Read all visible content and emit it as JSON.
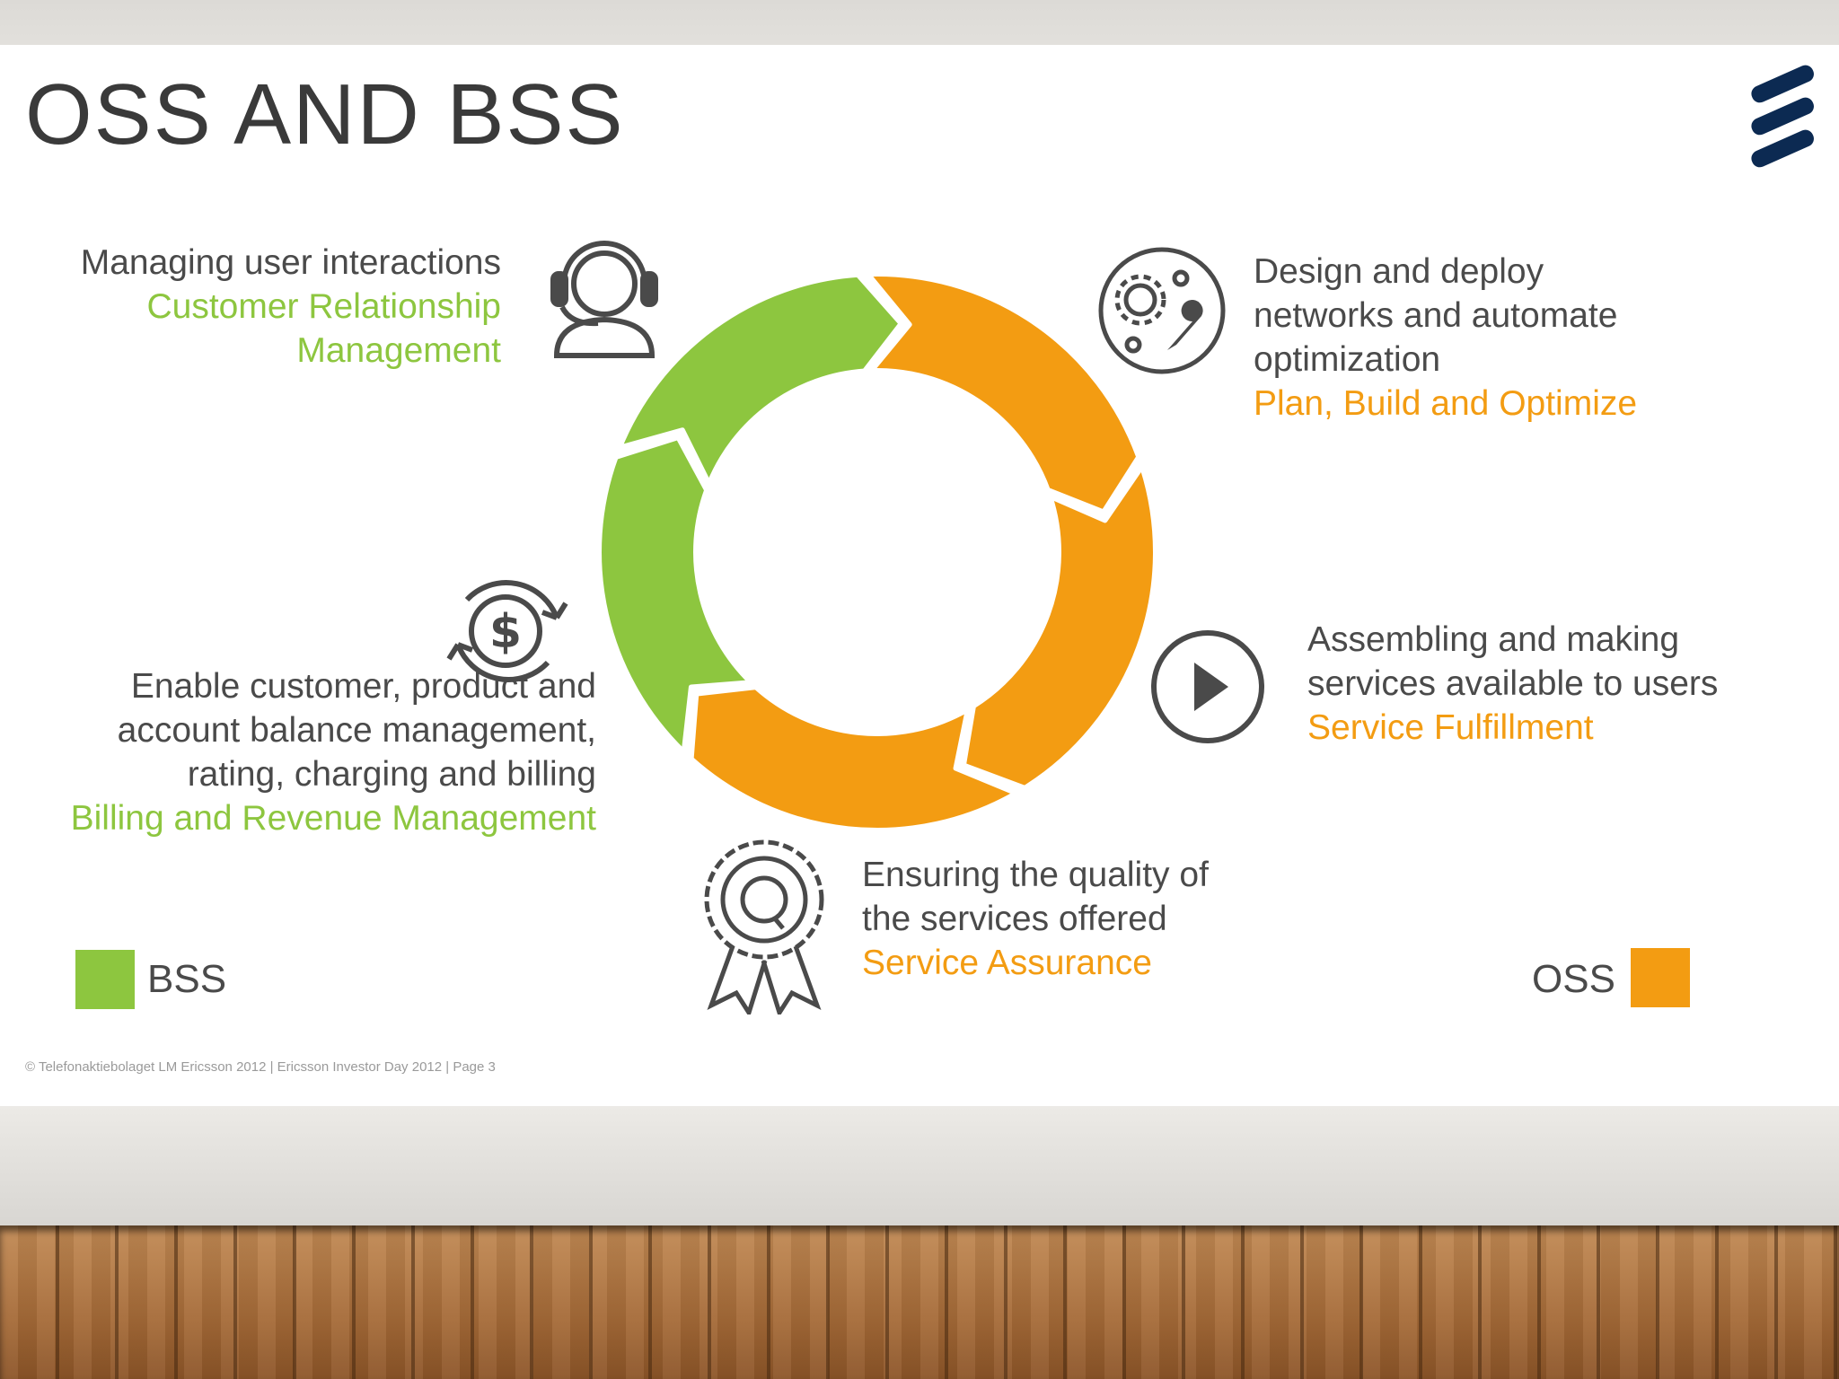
{
  "slide": {
    "title": "OSS AND BSS",
    "footer": "© Telefonaktiebolaget LM Ericsson 2012 | Ericsson Investor Day 2012 | Page 3"
  },
  "blocks": {
    "crm": {
      "description": "Managing user interactions",
      "label_line1": "Customer Relationship",
      "label_line2": "Management"
    },
    "plan": {
      "line1": "Design and deploy",
      "line2": "networks and automate",
      "line3": "optimization",
      "label": "Plan, Build and Optimize"
    },
    "billing": {
      "line1": "Enable customer, product and",
      "line2": "account balance management,",
      "line3": "rating, charging and billing",
      "label": "Billing and Revenue Management"
    },
    "fulfillment": {
      "line1": "Assembling and making",
      "line2": "services available to users",
      "label": "Service Fulfillment"
    },
    "assurance": {
      "line1": "Ensuring the quality of",
      "line2": "the services offered",
      "label": "Service Assurance"
    }
  },
  "legend": {
    "bss": "BSS",
    "oss": "OSS"
  },
  "colors": {
    "bss_green": "#8dc63f",
    "oss_orange": "#f39c12",
    "text_gray": "#4a4a4a",
    "logo_navy": "#0c2a52"
  },
  "icons": {
    "crm": "headset-agent-icon",
    "plan": "gears-wrench-icon",
    "billing": "dollar-cycle-icon",
    "fulfillment": "play-icon",
    "assurance": "quality-rosette-icon",
    "logo": "ericsson-logo-icon"
  }
}
